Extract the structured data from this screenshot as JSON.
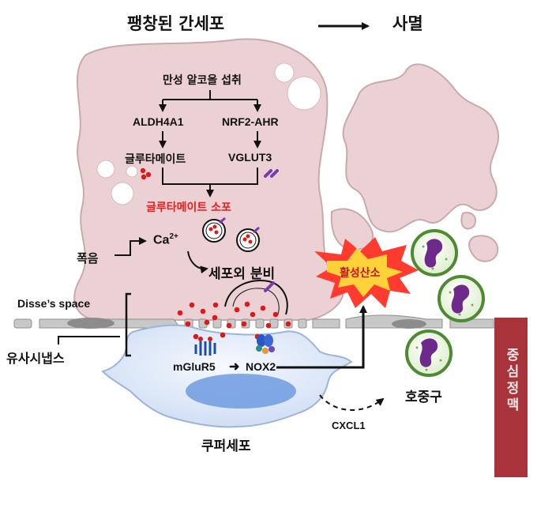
{
  "header": {
    "left_title": "팽창된 간세포",
    "right_title": "사멸"
  },
  "pathway": {
    "chronic_alcohol": "만성 알코올 섭취",
    "aldh": "ALDH4A1",
    "nrf2": "NRF2-AHR",
    "glutamate": "글루타메이트",
    "vglut3": "VGLUT3",
    "vesicle": "글루타메이트 소포",
    "ca": "Ca",
    "ca_sup": "2+",
    "binge": "폭음",
    "exocytosis": "세포외 분비"
  },
  "space": {
    "disse": "Disse’s space",
    "synapse": "유사시냅스"
  },
  "kupffer": {
    "mglur5": "mGluR5",
    "nox2": "NOX2",
    "cell_label": "쿠퍼세포",
    "cxcl1": "CXCL1"
  },
  "ros": "활성산소",
  "neutrophil": "호중구",
  "central_vein": "중심정맥",
  "colors": {
    "hepatocyte": "#ecd1d4",
    "hepatocyte_edge": "#c9a9ad",
    "kupffer": "#dfe9f8",
    "kupffer_nucleus": "#6f9be0",
    "vesicle_text": "#ee1c1c",
    "ros_star": "#ff3b30",
    "ros_core": "#ffd23a",
    "neutrophil_ring": "#6aa84f",
    "neutrophil_nucleus": "#6d2a8a",
    "vein": "#a8333b",
    "membrane": "#b9b9b9"
  }
}
